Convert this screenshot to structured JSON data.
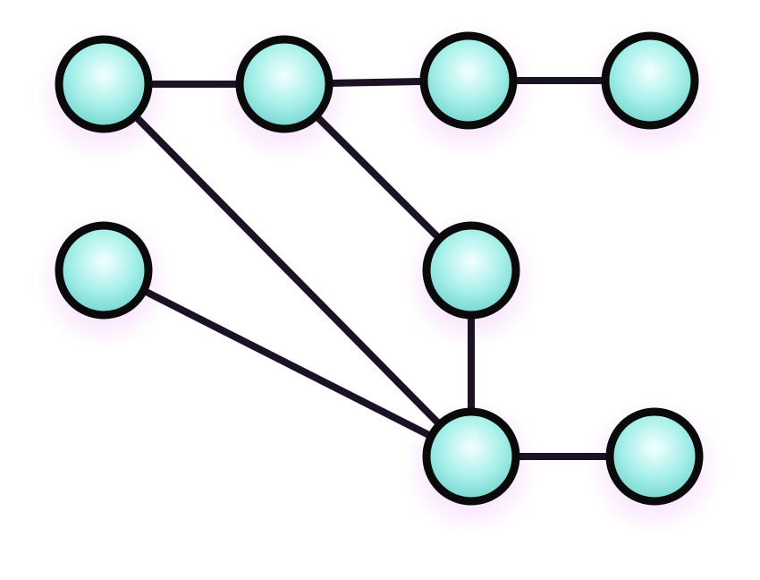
{
  "diagram": {
    "type": "graph",
    "node_ids": [
      "n1",
      "n2",
      "n3",
      "n4",
      "n5",
      "n6",
      "n7",
      "n8"
    ],
    "edges": [
      [
        "n1",
        "n2"
      ],
      [
        "n2",
        "n3"
      ],
      [
        "n3",
        "n4"
      ],
      [
        "n1",
        "n7"
      ],
      [
        "n2",
        "n6"
      ],
      [
        "n5",
        "n7"
      ],
      [
        "n6",
        "n7"
      ],
      [
        "n7",
        "n8"
      ]
    ]
  },
  "colors": {
    "background": "#ffffff",
    "node_fill_light": "#f2ffff",
    "node_fill": "#a8f0ea",
    "node_fill_dark": "#6fd3cc",
    "node_stroke": "#0a0a0a",
    "edge_stroke": "#1b1325",
    "node_glow": "#fbe9ff"
  }
}
